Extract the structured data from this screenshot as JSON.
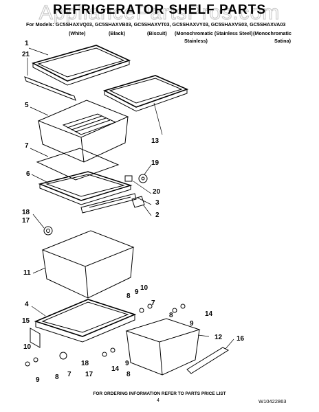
{
  "header": {
    "title": "REFRIGERATOR SHELF PARTS",
    "models": "For Models: GC5SHAXVQ03, GC5SHAXVB03, GC5SHAXVT03, GC5SHAXVY03, GC5SHAXVS03, GC5SHAXVA03",
    "colors": [
      "(White)",
      "(Black)",
      "(Biscuit)",
      "(Monochromatic (Stainless Steel)",
      "(Monochromatic",
      "Stainless)",
      "Satina)"
    ]
  },
  "watermark": "AppliancePartsPros.com",
  "callouts": [
    "1",
    "21",
    "5",
    "7",
    "6",
    "18",
    "17",
    "11",
    "4",
    "15",
    "10",
    "9",
    "8",
    "7",
    "18",
    "17",
    "13",
    "19",
    "20",
    "3",
    "2",
    "8",
    "9",
    "10",
    "7",
    "8",
    "9",
    "14",
    "12",
    "16",
    "14",
    "9",
    "8"
  ],
  "footer": {
    "note": "FOR ORDERING INFORMATION REFER TO PARTS PRICE LIST",
    "page": "4",
    "doc_id": "W10422863"
  }
}
